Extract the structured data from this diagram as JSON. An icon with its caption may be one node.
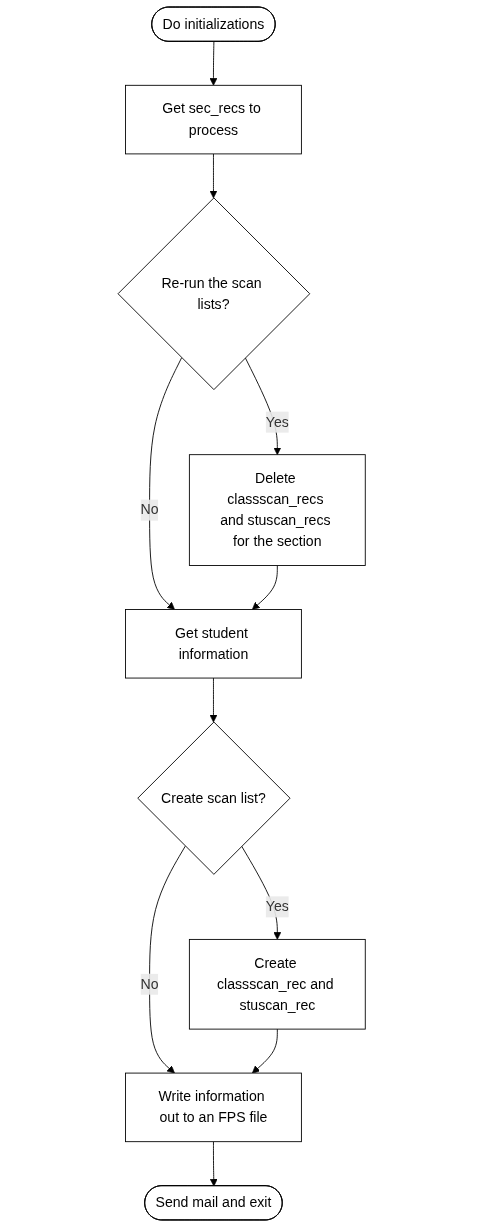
{
  "diagram": {
    "nodes": [
      {
        "text": [
          "Do initializations"
        ]
      },
      {
        "text": [
          "Get sec_recs to process"
        ]
      },
      {
        "text": [
          "Re-run the scan lists?"
        ]
      },
      {
        "text": [
          "Delete classscan_recs and stuscan_recs for the section"
        ]
      },
      {
        "text": [
          "Get student information"
        ]
      },
      {
        "text": [
          "Create scan list?"
        ]
      },
      {
        "text": [
          "Create classscan_rec and stuscan_rec"
        ]
      },
      {
        "text": [
          "Write information out to an FPS file"
        ]
      },
      {
        "text": [
          "Send mail and exit"
        ]
      }
    ],
    "edges": [
      {
        "from": 0,
        "to": 1,
        "arrow": "to"
      },
      {
        "from": 1,
        "to": 2,
        "arrow": "to"
      },
      {
        "from": 2,
        "to": 3,
        "label": "Yes",
        "arrow": "to"
      },
      {
        "from": 2,
        "to": 4,
        "label": "No",
        "arrow": "to"
      },
      {
        "from": 3,
        "to": 4,
        "arrow": "to"
      },
      {
        "from": 4,
        "to": 5,
        "arrow": "to"
      },
      {
        "from": 5,
        "to": 6,
        "label": "Yes",
        "arrow": "to"
      },
      {
        "from": 5,
        "to": 7,
        "label": "No",
        "arrow": "to"
      },
      {
        "from": 6,
        "to": 7,
        "arrow": "to"
      },
      {
        "from": 7,
        "to": 8,
        "arrow": "to"
      }
    ]
  }
}
